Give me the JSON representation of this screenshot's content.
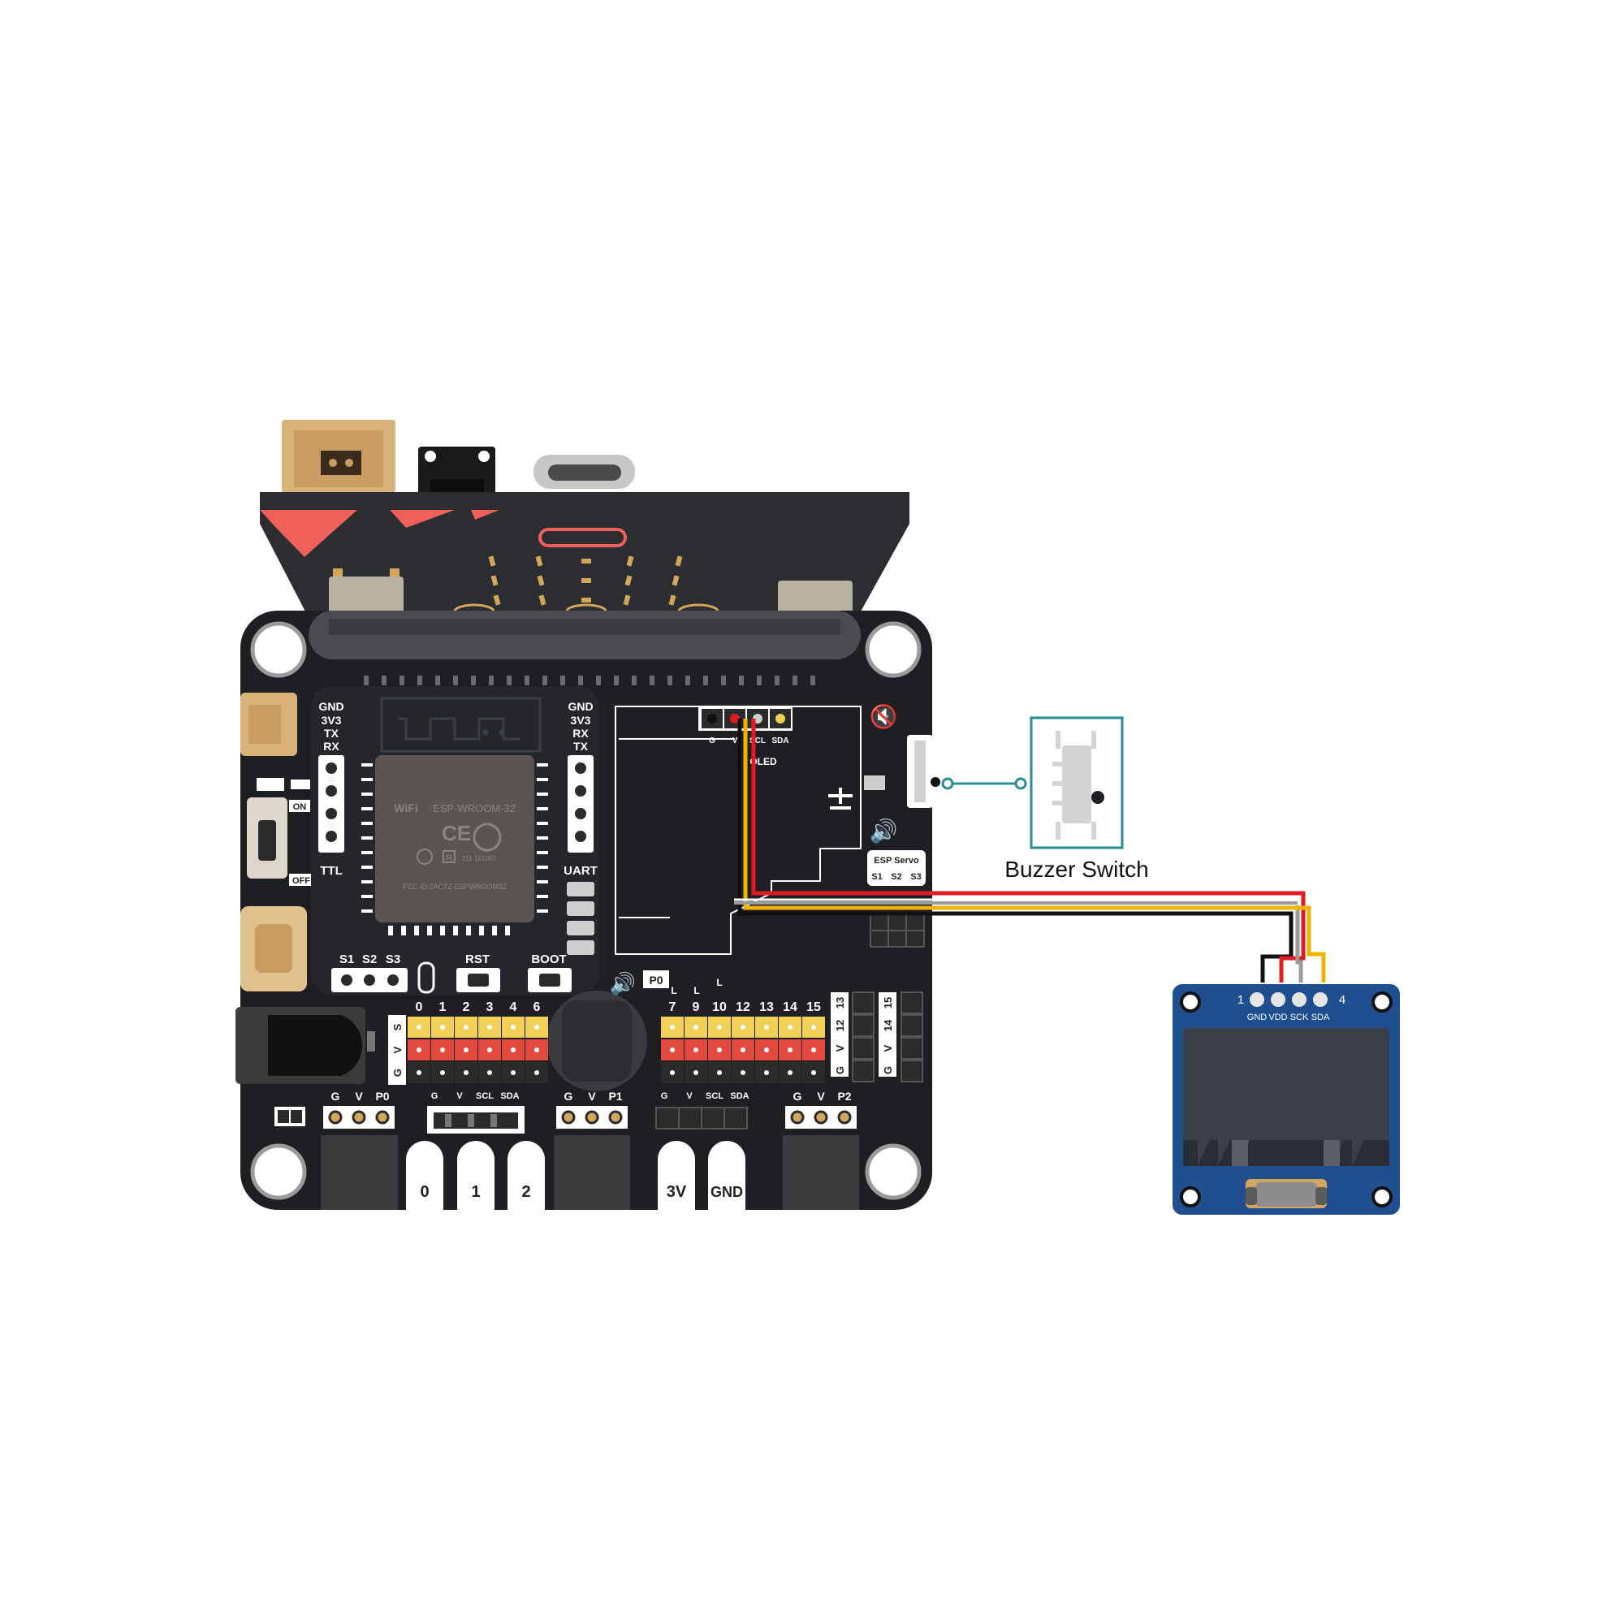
{
  "colors": {
    "board": "#1e1f22",
    "board_edge": "#2a2b2f",
    "microbit": "#2c2d31",
    "accent_red": "#f0605a",
    "header_yellow": "#f2cf57",
    "header_red": "#e4493f",
    "header_black": "#2b2b2b",
    "wire_black": "#111111",
    "wire_red": "#e11b22",
    "wire_gray": "#9a9a9a",
    "wire_yellow": "#f0b400",
    "oled_blue": "#1f4f8f",
    "oled_screen": "#3b3f47",
    "jst": "#d9b27a",
    "teal": "#2a8c94"
  },
  "board": {
    "ttl": {
      "pins": [
        "GND",
        "3V3",
        "TX",
        "RX"
      ],
      "label": "TTL"
    },
    "uart": {
      "pins": [
        "GND",
        "3V3",
        "RX",
        "TX"
      ],
      "label": "UART"
    },
    "module": {
      "wifi": "WiFi",
      "name": "ESP-WROOM-32",
      "ce": "CE",
      "r_mark": "R",
      "r_code": "211-161007",
      "fcc": "FCC ID:2AC7Z-ESPWROOM32"
    },
    "power": {
      "on": "ON",
      "off": "OFF"
    },
    "servo_header": [
      "S1",
      "S2",
      "S3"
    ],
    "buttons": {
      "rst": "RST",
      "boot": "BOOT"
    },
    "buzzer_pin": "P0",
    "i2c_top": {
      "pins": [
        "G",
        "V",
        "SCL",
        "SDA"
      ],
      "oled_label": "OLED"
    },
    "esp_servo": {
      "title": "ESP Servo",
      "pins": [
        "S1",
        "S2",
        "S3"
      ]
    },
    "left_pins": [
      "0",
      "1",
      "2",
      "3",
      "4",
      "6"
    ],
    "right_pins": [
      "7",
      "9",
      "10",
      "12",
      "13",
      "14",
      "15"
    ],
    "l_marks": [
      "L",
      "L",
      "L"
    ],
    "gvs": [
      "G",
      "V",
      "S"
    ],
    "side_cols": [
      {
        "num": "13",
        "v": "V",
        "g": "G"
      },
      {
        "num": "12",
        "v": "V",
        "g": "G"
      },
      {
        "num": "15",
        "v": "V",
        "g": "G"
      },
      {
        "num": "14",
        "v": "V",
        "g": "G"
      }
    ],
    "ports": {
      "p0": [
        "G",
        "V",
        "P0"
      ],
      "p1": [
        "G",
        "V",
        "P1"
      ],
      "p2": [
        "G",
        "V",
        "P2"
      ],
      "i2c_a": [
        "G",
        "V",
        "SCL",
        "SDA"
      ],
      "i2c_b": [
        "G",
        "V",
        "SCL",
        "SDA"
      ]
    },
    "edge_labels": [
      "0",
      "1",
      "2",
      "3V",
      "GND"
    ]
  },
  "callout": {
    "caption": "Buzzer Switch"
  },
  "oled": {
    "pin_first": "1",
    "pin_last": "4",
    "pins": [
      "GND",
      "VDD",
      "SCK",
      "SDA"
    ]
  }
}
